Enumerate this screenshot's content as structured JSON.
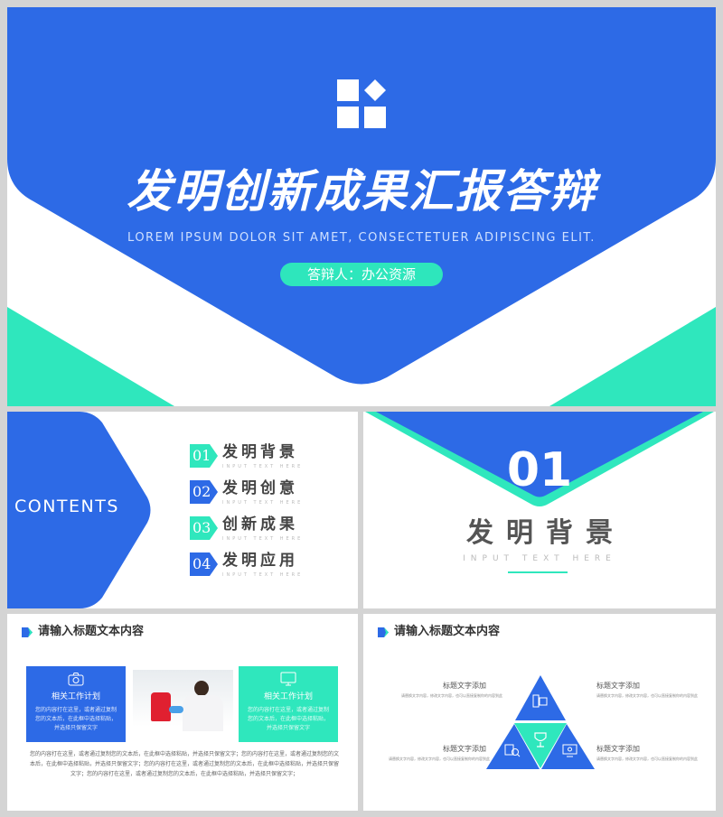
{
  "colors": {
    "blue": "#2d6ae6",
    "green": "#2fe7bd",
    "text": "#444444"
  },
  "cover": {
    "title": "发明创新成果汇报答辩",
    "subtitle": "LOREM IPSUM DOLOR SIT AMET, CONSECTETUER ADIPISCING ELIT.",
    "presenter": "答辩人：办公资源",
    "logo_icon": "grid-diamond-icon"
  },
  "contents": {
    "heading": "CONTENTS",
    "items": [
      {
        "num": "01",
        "label": "发明背景",
        "sub": "INPUT TEXT HERE",
        "color": "green"
      },
      {
        "num": "02",
        "label": "发明创意",
        "sub": "INPUT TEXT HERE",
        "color": "blue"
      },
      {
        "num": "03",
        "label": "创新成果",
        "sub": "INPUT TEXT HERE",
        "color": "green"
      },
      {
        "num": "04",
        "label": "发明应用",
        "sub": "INPUT TEXT HERE",
        "color": "blue"
      }
    ]
  },
  "section": {
    "num": "01",
    "title": "发明背景",
    "sub": "INPUT TEXT HERE"
  },
  "slide4": {
    "header": "请输入标题文本内容",
    "card_left": {
      "icon": "camera-icon",
      "title": "相关工作计划",
      "body": "您的内容打在这里，或者通过复制您的文本后，在此框中选择粘贴，并选择只保留文字"
    },
    "card_right": {
      "icon": "monitor-icon",
      "title": "相关工作计划",
      "body": "您的内容打在这里，或者通过复制您的文本后，在此框中选择粘贴，并选择只保留文字"
    },
    "photo": "scientist-lab-photo",
    "paragraph": "您的内容打在这里，或者通过复制您的文本后，在此框中选择粘贴，并选择只保留文字；您的内容打在这里，或者通过复制您的文本后，在此框中选择粘贴，并选择只保留文字；您的内容打在这里，或者通过复制您的文本后，在此框中选择粘贴，并选择只保留文字；您的内容打在这里，或者通过复制您的文本后，在此框中选择粘贴，并选择只保留文字；"
  },
  "slide5": {
    "header": "请输入标题文本内容",
    "items": [
      {
        "title": "标题文字添加",
        "desc": "请替换文字内容，修改文字内容，也可以直接复制你的内容到此"
      },
      {
        "title": "标题文字添加",
        "desc": "请替换文字内容，修改文字内容，也可以直接复制你的内容到此"
      },
      {
        "title": "标题文字添加",
        "desc": "请替换文字内容，修改文字内容，也可以直接复制你的内容到此"
      },
      {
        "title": "标题文字添加",
        "desc": "请替换文字内容，修改文字内容，也可以直接复制你的内容到此"
      }
    ],
    "icons": [
      "server-icon",
      "trophy-icon",
      "document-search-icon",
      "monitor-gear-icon"
    ]
  }
}
